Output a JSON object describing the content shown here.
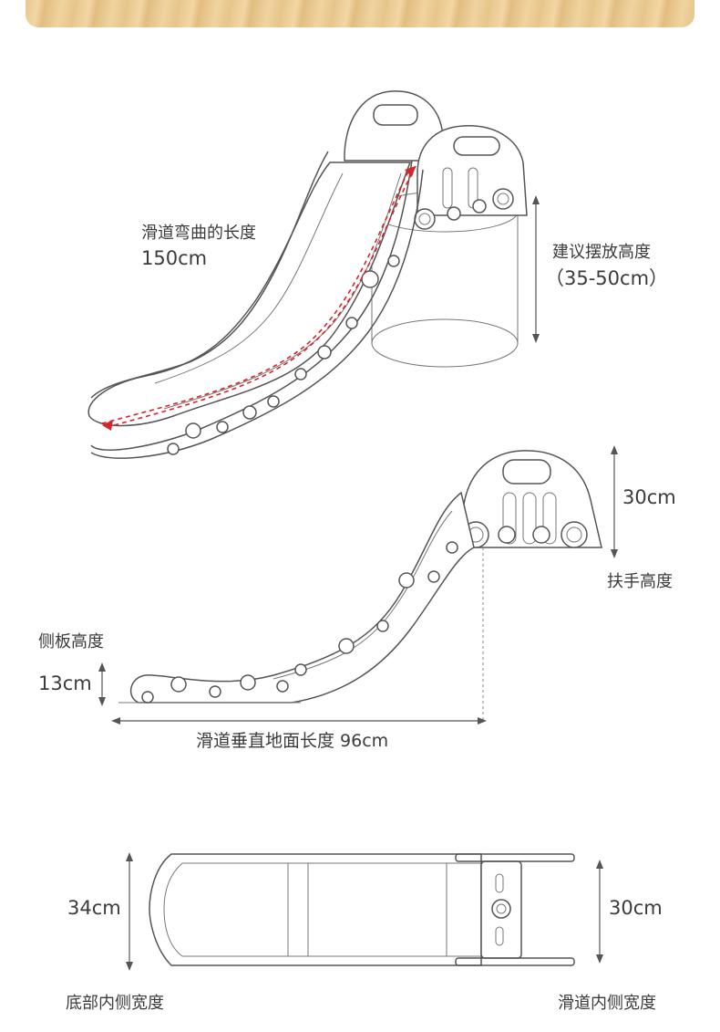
{
  "diagram1": {
    "curve_length_label": "滑道弯曲的长度",
    "curve_length_value": "150cm",
    "placement_height_label": "建议摆放高度",
    "placement_height_value": "（35-50cm）"
  },
  "diagram2": {
    "handrail_height_value": "30cm",
    "handrail_height_label": "扶手高度",
    "side_panel_height_label": "侧板高度",
    "side_panel_height_value": "13cm",
    "ground_length_label": "滑道垂直地面长度 96cm"
  },
  "diagram3": {
    "base_width_value": "34cm",
    "base_width_label": "底部内侧宽度",
    "slide_width_value": "30cm",
    "slide_width_label": "滑道内侧宽度"
  },
  "colors": {
    "floor": "#e9c88f",
    "arrow": "#d6262b",
    "line": "#555555"
  }
}
